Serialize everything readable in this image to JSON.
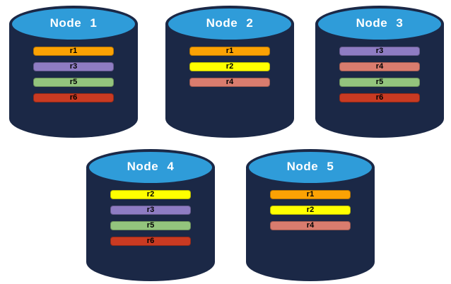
{
  "diagram_description": "Database cluster replica placement diagram with five node cylinders",
  "colors": {
    "background": "#FFFFFF",
    "cylinder_body": "#1B2846",
    "cylinder_top": "#2F9CD9",
    "title_text": "#FFFFFF",
    "replica_label_text": "#000000"
  },
  "replica_colors": {
    "r1": "#FBA204",
    "r2": "#FFFF00",
    "r3": "#8E7CC3",
    "r4": "#D97C6E",
    "r5": "#93C47D",
    "r6": "#C93A22"
  },
  "nodes": [
    {
      "label": "Node 1",
      "replicas": [
        "r1",
        "r3",
        "r5",
        "r6"
      ]
    },
    {
      "label": "Node 2",
      "replicas": [
        "r1",
        "r2",
        "r4"
      ]
    },
    {
      "label": "Node 3",
      "replicas": [
        "r3",
        "r4",
        "r5",
        "r6"
      ]
    },
    {
      "label": "Node 4",
      "replicas": [
        "r2",
        "r3",
        "r5",
        "r6"
      ]
    },
    {
      "label": "Node 5",
      "replicas": [
        "r1",
        "r2",
        "r4"
      ]
    }
  ]
}
